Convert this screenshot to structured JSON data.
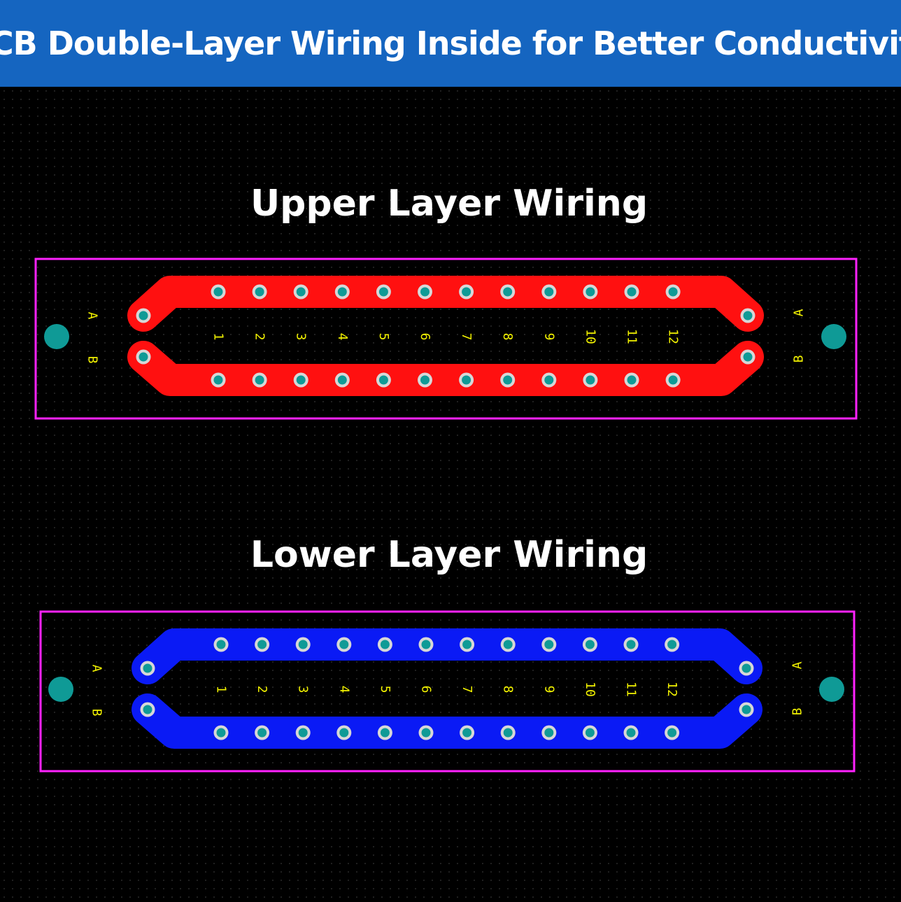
{
  "banner": {
    "title": "PCB Double-Layer Wiring Inside for Better Conductivity",
    "background": "#1565c0"
  },
  "colors": {
    "background": "#000000",
    "outline": "#ff22ff",
    "silkscreen": "#f2f200",
    "pad_ring": "#d7d7d7",
    "pad_center": "#0f9a96",
    "mount_hole": "#0f9a96"
  },
  "layers": [
    {
      "id": "upper",
      "heading": "Upper Layer Wiring",
      "trace_color": "#ff1010",
      "side_labels": {
        "left_a": "A",
        "left_b": "B",
        "right_a": "A",
        "right_b": "B"
      },
      "pin_labels": [
        "1",
        "2",
        "3",
        "4",
        "5",
        "6",
        "7",
        "8",
        "9",
        "10",
        "11",
        "12"
      ]
    },
    {
      "id": "lower",
      "heading": "Lower Layer Wiring",
      "trace_color": "#0a1af5",
      "side_labels": {
        "left_a": "A",
        "left_b": "B",
        "right_a": "A",
        "right_b": "B"
      },
      "pin_labels": [
        "1",
        "2",
        "3",
        "4",
        "5",
        "6",
        "7",
        "8",
        "9",
        "10",
        "11",
        "12"
      ]
    }
  ]
}
